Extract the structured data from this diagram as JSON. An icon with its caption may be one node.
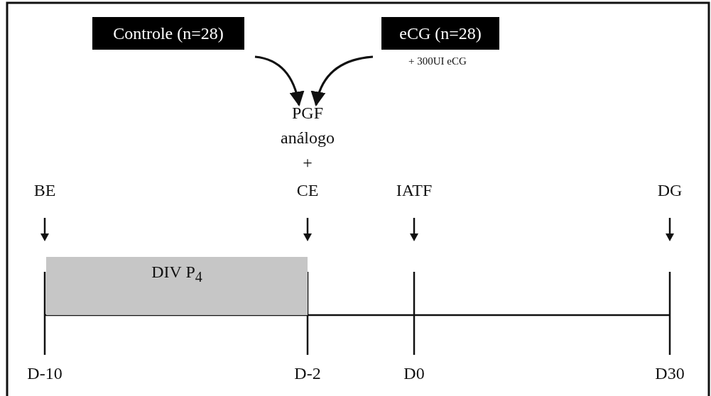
{
  "diagram": {
    "nodes": [
      {
        "text": [
          "Controle (n=28)"
        ]
      },
      {
        "text": [
          "eCG (n=28)"
        ],
        "beside": [
          "+ 300UI eCG"
        ]
      },
      {
        "text": [
          "PGF análogo +"
        ]
      },
      {
        "text": [
          "DIV P$_{4}$"
        ]
      }
    ],
    "edges": [
      {
        "from": 0,
        "to": 2,
        "arrow": "to"
      },
      {
        "from": 1,
        "to": 2,
        "arrow": "to"
      }
    ],
    "labels": [
      "BE",
      "CE",
      "IATF",
      "DG",
      "D-10",
      "D-2",
      "D0",
      "D30"
    ]
  }
}
